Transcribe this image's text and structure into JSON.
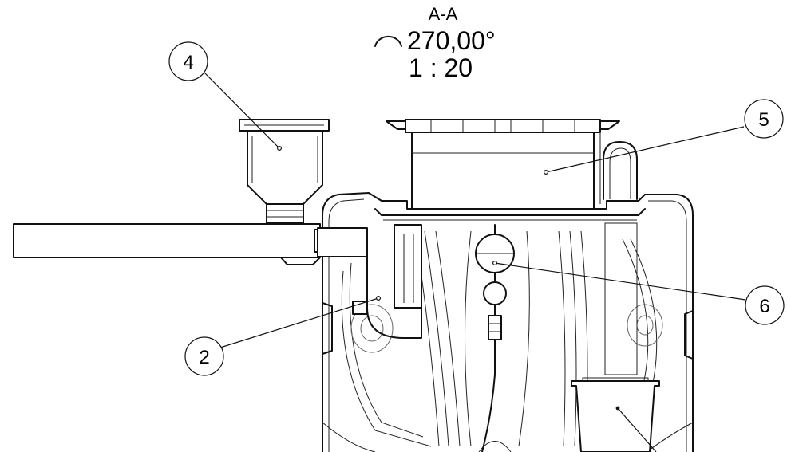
{
  "section": {
    "label": "A-A",
    "rotation": "270,00°",
    "scale": "1 : 20",
    "rotation_icon": "rotate-ccw-arc-icon"
  },
  "callouts": [
    {
      "id": "callout-4",
      "number": "4"
    },
    {
      "id": "callout-5",
      "number": "5"
    },
    {
      "id": "callout-6",
      "number": "6"
    },
    {
      "id": "callout-2",
      "number": "2"
    }
  ]
}
